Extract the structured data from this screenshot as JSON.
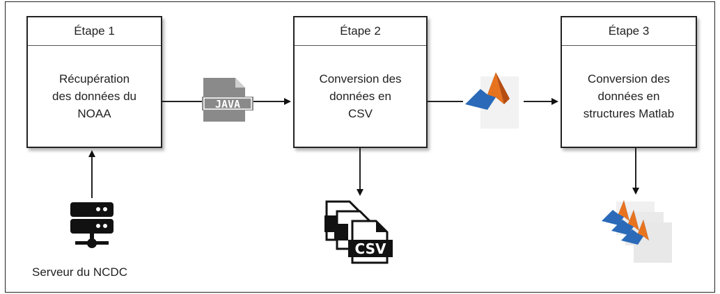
{
  "steps": [
    {
      "title": "Étape 1",
      "lines": [
        "Récupération",
        "des données du",
        "NOAA"
      ]
    },
    {
      "title": "Étape 2",
      "lines": [
        "Conversion des",
        "données en",
        "CSV"
      ]
    },
    {
      "title": "Étape 3",
      "lines": [
        "Conversion des",
        "données en",
        "structures Matlab"
      ]
    }
  ],
  "server_caption": "Serveur du NCDC",
  "java_badge": "JAVA",
  "csv_badge": "CSV",
  "icons": {
    "server": "server-icon",
    "java": "java-file-icon",
    "csv": "csv-files-icon",
    "matlab_single": "matlab-logo-icon",
    "matlab_stack": "matlab-stack-icon"
  },
  "colors": {
    "java_gray": "#8a8a8a",
    "matlab_orange": "#e8731f",
    "matlab_blue": "#2a6ab8"
  }
}
